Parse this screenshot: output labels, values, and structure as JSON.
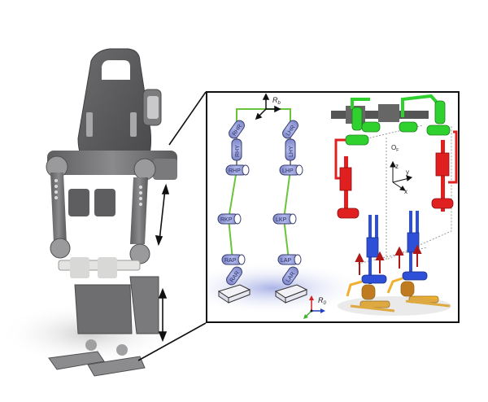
{
  "figure": {
    "description": "Lower-limb exoskeleton render with kinematic model inset",
    "left_panel": {
      "name": "exoskeleton-render",
      "arrows": [
        "thigh-length-adjust",
        "shank-length-adjust"
      ]
    },
    "inset": {
      "kinematic_chain": {
        "base_frame_label": "R",
        "base_frame_subscript": "b",
        "world_frame_label": "R",
        "world_frame_subscript": "0",
        "right_leg_joints": [
          "RHR",
          "RHY",
          "RHP",
          "RKP",
          "RAP",
          "RAR"
        ],
        "left_leg_joints": [
          "LHR",
          "LHY",
          "LHP",
          "LKP",
          "LAP",
          "LAR"
        ],
        "colors": {
          "link": "#6ac43a",
          "joint_fill": "#9fa8dc",
          "joint_stroke": "#3a3f6e",
          "ground_shade": "#b8c0e8"
        }
      },
      "cad_model": {
        "origin_label": "O",
        "origin_subscript": "F",
        "axis_labels": [
          "z",
          "y",
          "x"
        ],
        "colors": {
          "hip": "#2fd12f",
          "thigh": "#e02020",
          "shank": "#2e4fd8",
          "foot": "#f0b030",
          "actuator_gray": "#555555",
          "force_arrow": "#b01818"
        }
      }
    }
  }
}
